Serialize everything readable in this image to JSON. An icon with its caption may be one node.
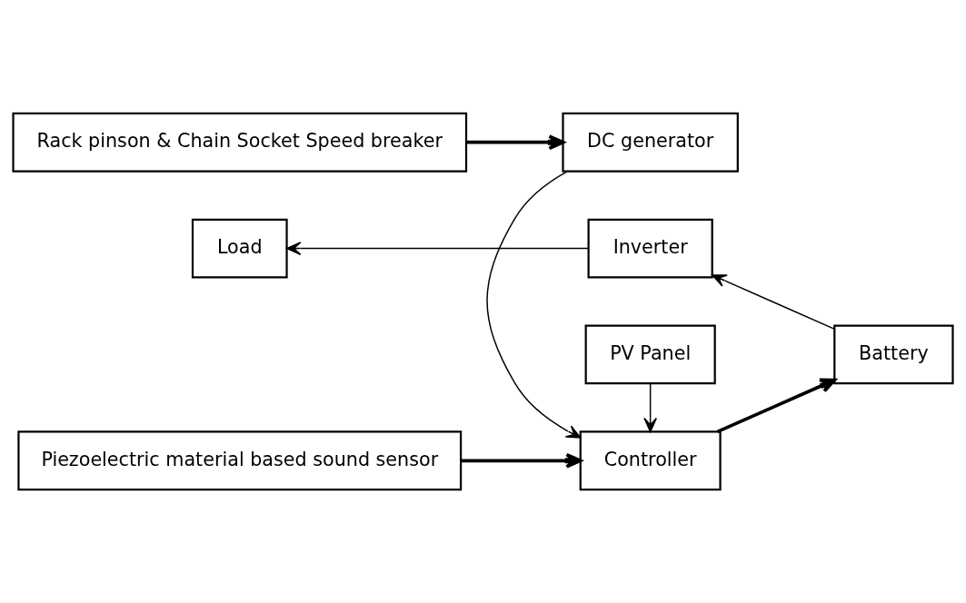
{
  "diagram": {
    "nodes": [
      {
        "text": [
          "Rack pinson & Chain Socket Speed breaker"
        ]
      },
      {
        "text": [
          "DC generator"
        ]
      },
      {
        "text": [
          "Piezoelectric material based sound sensor"
        ]
      },
      {
        "text": [
          "Controller"
        ]
      },
      {
        "text": [
          "Battery"
        ]
      },
      {
        "text": [
          "PV Panel"
        ]
      },
      {
        "text": [
          "Load"
        ]
      },
      {
        "text": [
          "Inverter"
        ]
      }
    ],
    "edges": [
      {
        "from": 0,
        "to": 1,
        "arrow": "to",
        "style": "thick"
      },
      {
        "from": 1,
        "to": 3,
        "arrow": "to"
      },
      {
        "from": 2,
        "to": 3,
        "arrow": "to",
        "style": "thick"
      },
      {
        "from": 3,
        "to": 4,
        "arrow": "to",
        "style": "thick"
      },
      {
        "from": 5,
        "to": 3,
        "arrow": "to"
      },
      {
        "from": 4,
        "to": 7,
        "arrow": "to"
      },
      {
        "from": 7,
        "to": 6,
        "arrow": "to"
      }
    ]
  }
}
